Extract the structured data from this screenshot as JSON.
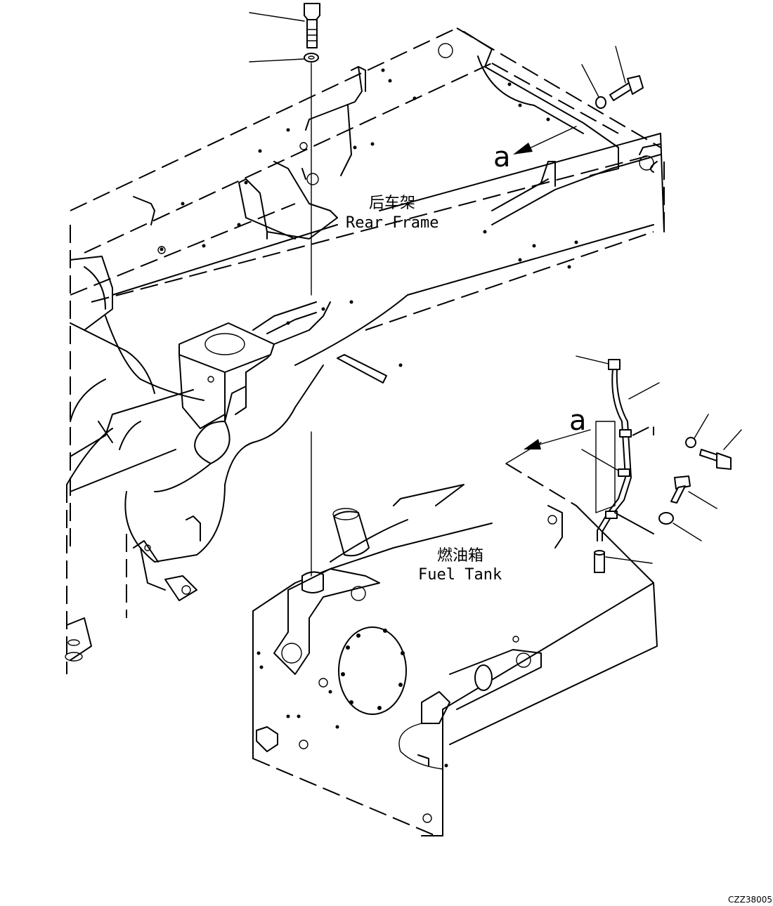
{
  "labels": {
    "rear_frame_cn": "后车架",
    "rear_frame_en": "Rear Frame",
    "fuel_tank_cn": "燃油箱",
    "fuel_tank_en": "Fuel Tank",
    "view_a_upper": "a",
    "view_a_lower": "a",
    "drawing_code": "CZZ38005"
  }
}
